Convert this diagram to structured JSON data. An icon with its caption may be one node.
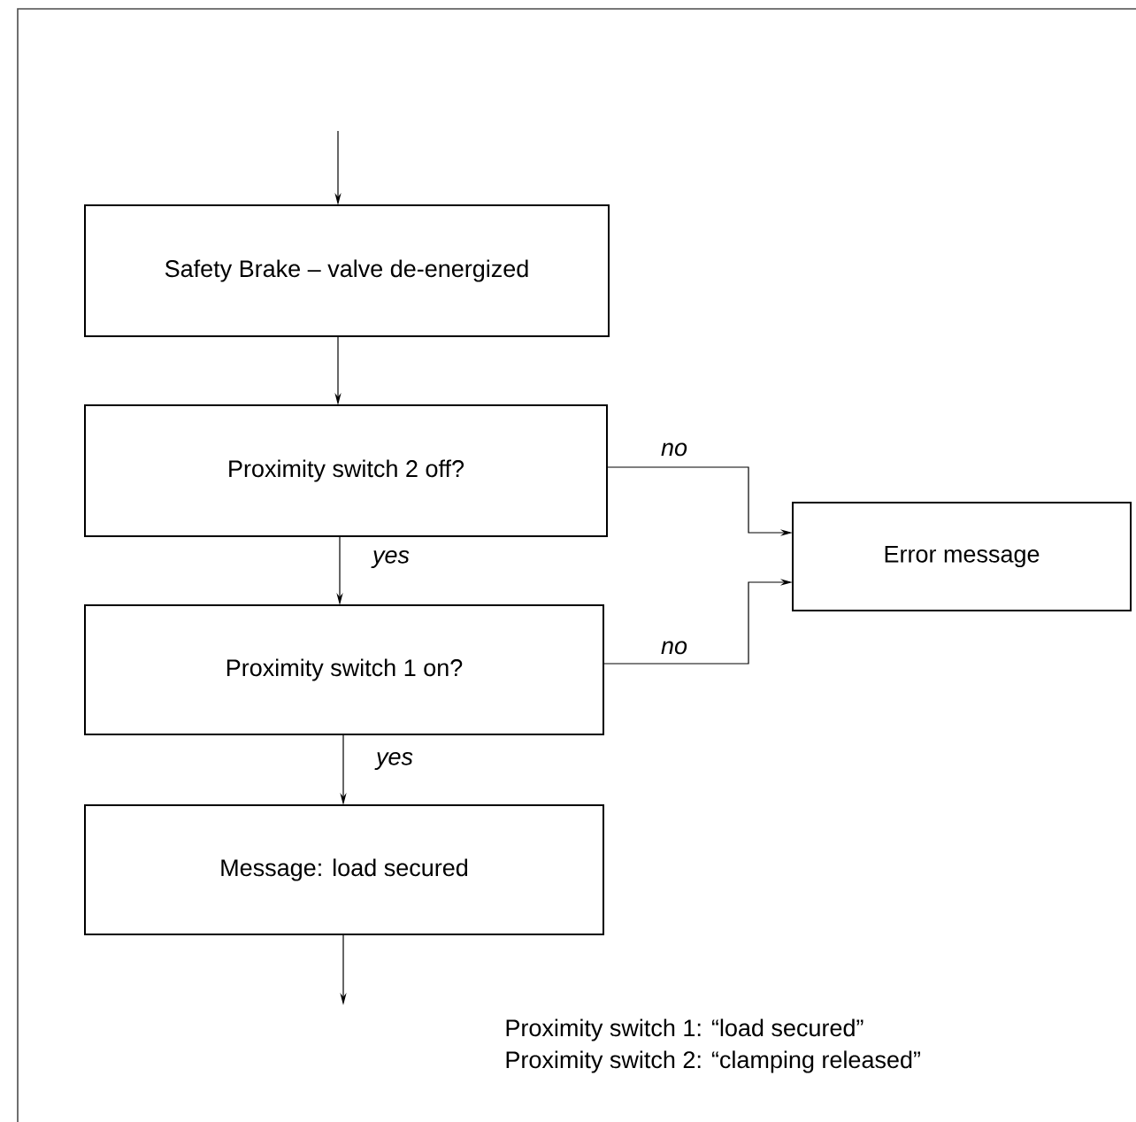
{
  "diagram": {
    "nodes": [
      {
        "text": [
          "Safety Brake – valve de-energized"
        ]
      },
      {
        "text": [
          "Proximity switch 2 off?"
        ]
      },
      {
        "text": [
          "Proximity switch 1 on?"
        ]
      },
      {
        "text": [
          "Message: load secured"
        ]
      },
      {
        "text": [
          "Error message"
        ]
      }
    ],
    "edges": [
      {
        "from": null,
        "to": 0,
        "arrow": "to"
      },
      {
        "from": 0,
        "to": 1,
        "arrow": "to"
      },
      {
        "from": 1,
        "to": 2,
        "arrow": "to",
        "label": "yes"
      },
      {
        "from": 2,
        "to": 3,
        "arrow": "to",
        "label": "yes"
      },
      {
        "from": 1,
        "to": 4,
        "arrow": "to",
        "label": "no"
      },
      {
        "from": 2,
        "to": 4,
        "arrow": "to",
        "label": "no"
      },
      {
        "from": 3,
        "to": null,
        "arrow": "to"
      }
    ],
    "labels": [
      "Proximity switch 1: “load secured”",
      "Proximity switch 2: “clamping released”"
    ]
  }
}
